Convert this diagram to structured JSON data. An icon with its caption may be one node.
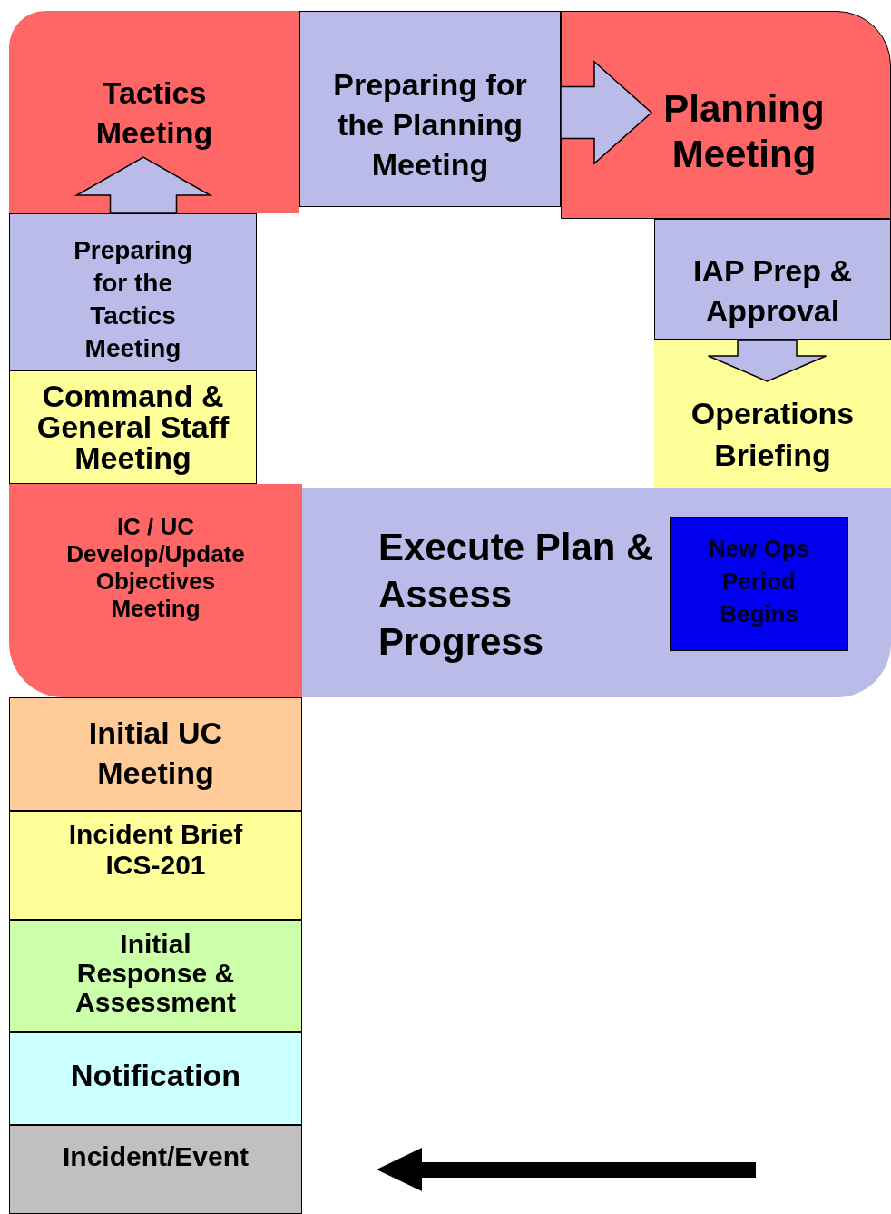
{
  "diagram": {
    "nodes": [
      {
        "text": [
          "Tactics Meeting"
        ]
      },
      {
        "text": [
          "Preparing for the Planning Meeting"
        ]
      },
      {
        "text": [
          "Planning Meeting"
        ]
      },
      {
        "text": [
          "Preparing for the Tactics Meeting"
        ]
      },
      {
        "text": [
          "IAP Prep & Approval"
        ]
      },
      {
        "text": [
          "Command & General Staff Meeting"
        ]
      },
      {
        "text": [
          "Operations Briefing"
        ]
      },
      {
        "text": [
          "IC / UC Develop/Update Objectives Meeting"
        ]
      },
      {
        "text": [
          "Execute Plan & Assess Progress"
        ]
      },
      {
        "text": [
          "New Ops Period Begins"
        ],
        "in": 8
      },
      {
        "text": [
          "Initial UC Meeting"
        ]
      },
      {
        "text": [
          "Incident Brief ICS-201"
        ]
      },
      {
        "text": [
          "Initial Response & Assessment"
        ]
      },
      {
        "text": [
          "Notification"
        ]
      },
      {
        "text": [
          "Incident/Event"
        ]
      }
    ],
    "edges": [
      {
        "from": 3,
        "to": 0,
        "arrow": "to"
      },
      {
        "from": 1,
        "to": 2,
        "arrow": "to"
      },
      {
        "from": 4,
        "to": 6,
        "arrow": "to"
      }
    ]
  }
}
